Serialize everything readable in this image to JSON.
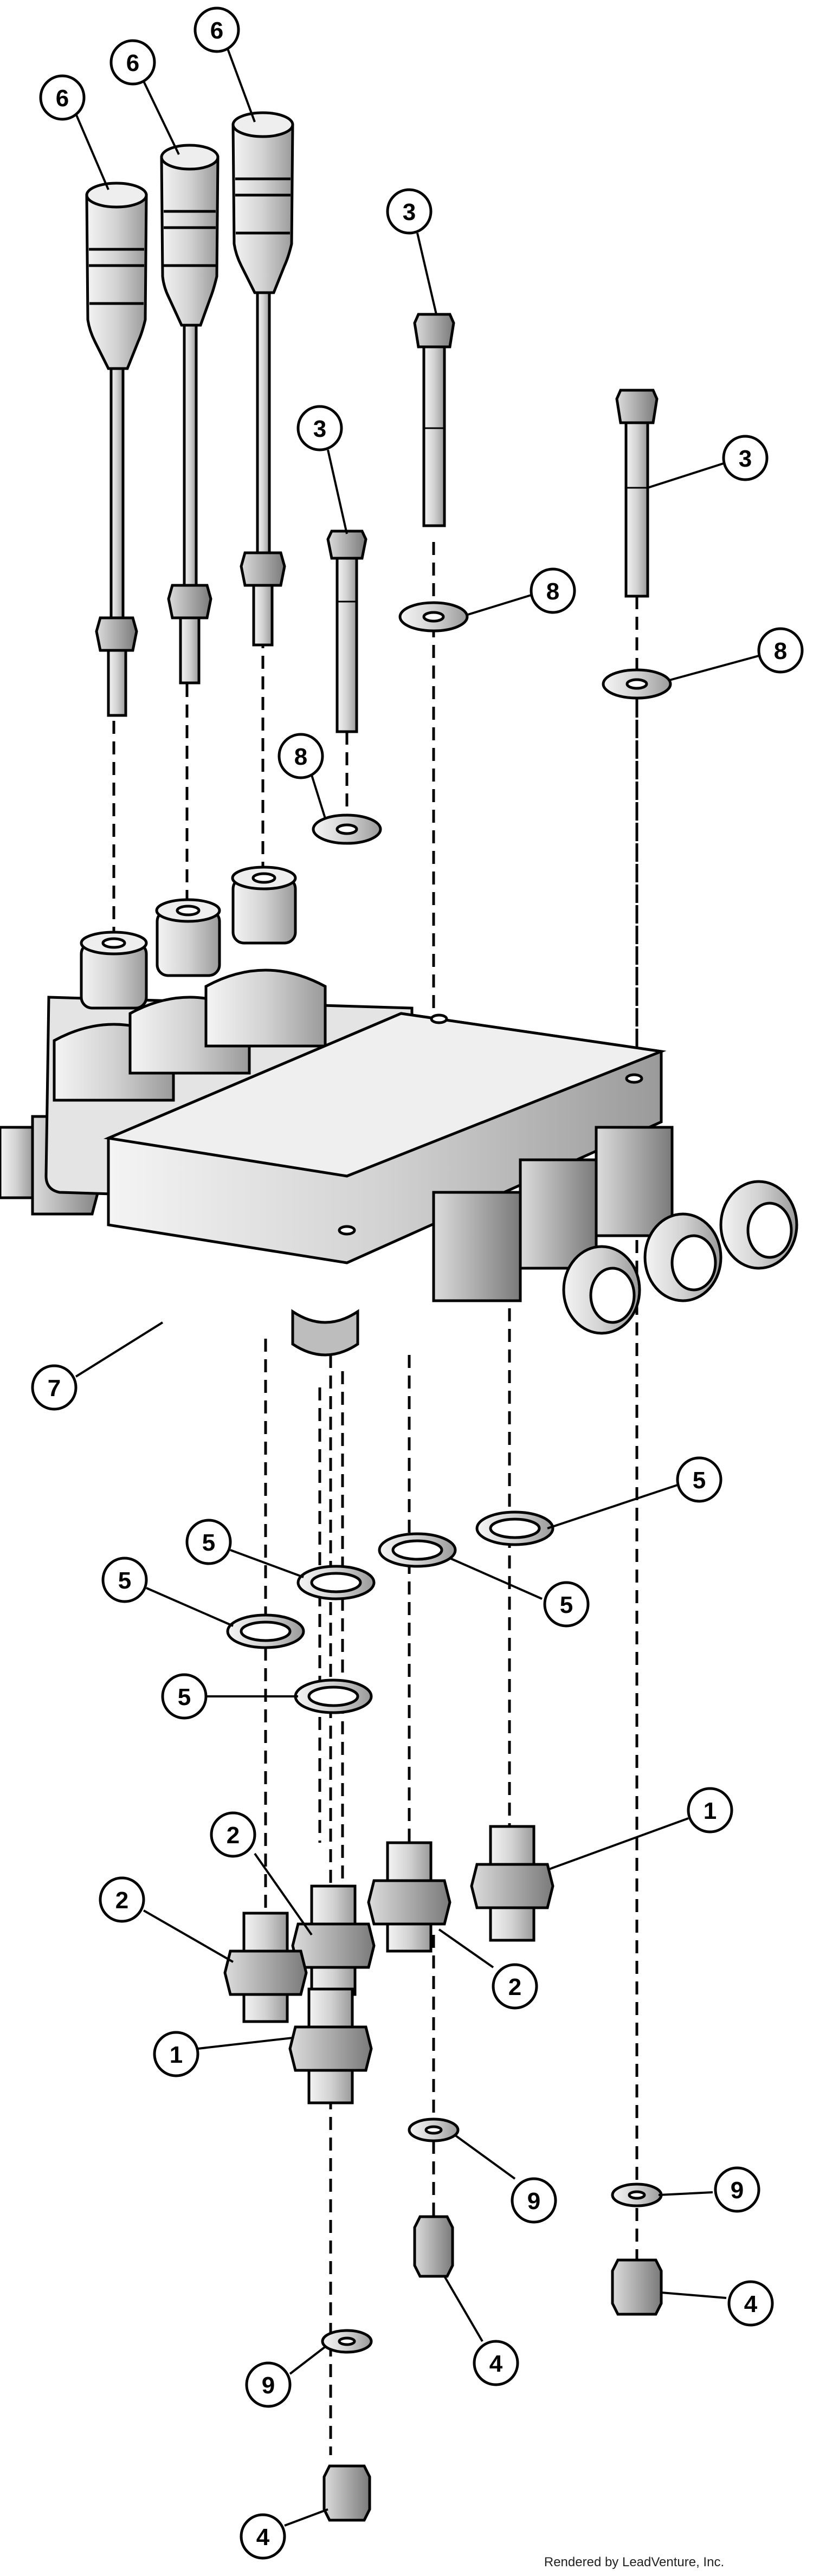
{
  "callouts": {
    "c6_a": "6",
    "c6_b": "6",
    "c6_c": "6",
    "c3_a": "3",
    "c3_b": "3",
    "c3_c": "3",
    "c8_a": "8",
    "c8_b": "8",
    "c8_c": "8",
    "c7": "7",
    "c5_a": "5",
    "c5_b": "5",
    "c5_c": "5",
    "c5_d": "5",
    "c5_e": "5",
    "c1_a": "1",
    "c1_b": "1",
    "c2_a": "2",
    "c2_b": "2",
    "c2_c": "2",
    "c9_a": "9",
    "c9_b": "9",
    "c9_c": "9",
    "c4_a": "4",
    "c4_b": "4",
    "c4_c": "4"
  },
  "credit": "Rendered by LeadVenture, Inc."
}
